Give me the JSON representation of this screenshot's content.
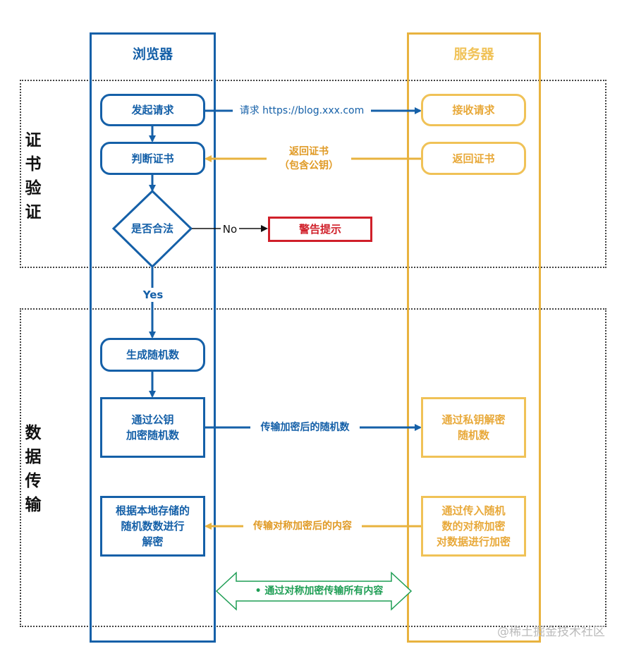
{
  "lanes": {
    "browser": "浏览器",
    "server": "服务器"
  },
  "sections": {
    "cert_verify": "证书验证",
    "data_transfer": "数据传输"
  },
  "nodes": {
    "send_request": "发起请求",
    "judge_cert": "判断证书",
    "is_valid": "是否合法",
    "warning": "警告提示",
    "gen_random": "生成随机数",
    "encrypt_random": [
      "通过公钥",
      "加密随机数"
    ],
    "decrypt_local": [
      "根据本地存储的",
      "随机数数进行",
      "解密"
    ],
    "receive_request": "接收请求",
    "return_cert": "返回证书",
    "private_decrypt": [
      "通过私钥解密",
      "随机数"
    ],
    "server_encrypt": [
      "通过传入随机",
      "数的对称加密",
      "对数据进行加密"
    ]
  },
  "edges": {
    "request": "请求 https://blog.xxx.com",
    "return_cert": [
      "返回证书",
      "（包含公钥）"
    ],
    "no": "No",
    "yes": "Yes",
    "send_encrypted": "传输加密后的随机数",
    "send_content": "传输对称加密后的内容",
    "all_content": "通过对称加密传输所有内容"
  },
  "colors": {
    "browser": "#1560a8",
    "server": "#e8b33f",
    "warning": "#d0202a",
    "symmetric": "#1f9e55"
  },
  "watermark": "@稀土掘金技术社区"
}
